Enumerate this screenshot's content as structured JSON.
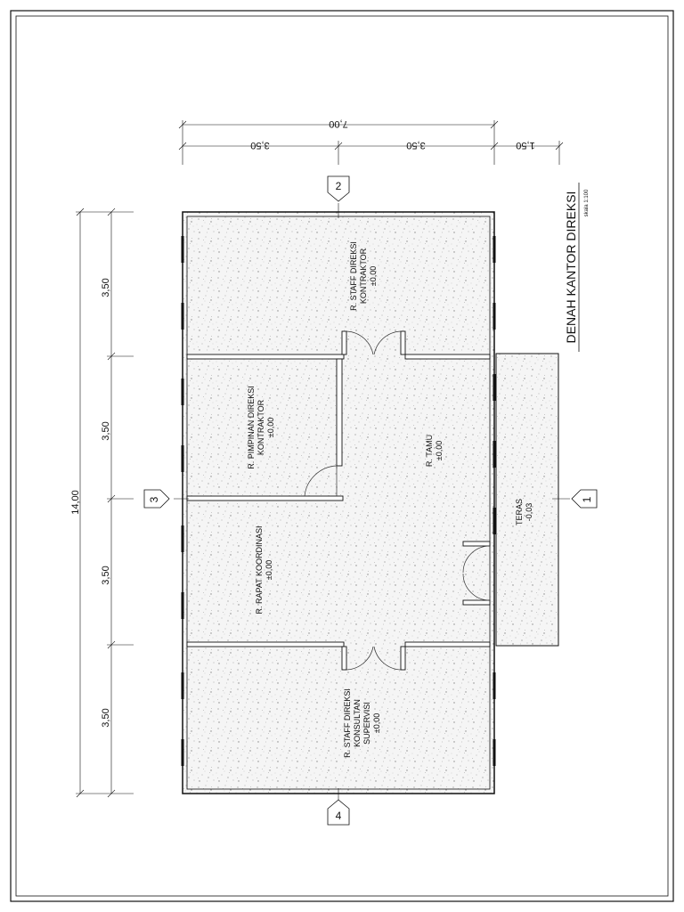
{
  "drawing": {
    "title": "DENAH KANTOR DIREKSI",
    "scale": "skala 1:100"
  },
  "dimensions": {
    "overall_width": "7,00",
    "width_seg_a": "3,50",
    "width_seg_b": "3,50",
    "terrace_width": "1,50",
    "overall_length": "14,00",
    "length_seg_1": "3,50",
    "length_seg_2": "3,50",
    "length_seg_3": "3,50",
    "length_seg_4": "3,50"
  },
  "grid_markers": {
    "top": "2",
    "bottom": "4",
    "left": "3",
    "right": "1"
  },
  "rooms": {
    "staff_kontraktor": {
      "line1": "R. STAFF DIREKSI",
      "line2": "KONTRAKTOR",
      "level": "±0,00"
    },
    "pimpinan": {
      "line1": "R. PIMPINAN DIREKSI",
      "line2": "KONTRAKTOR",
      "level": "±0,00"
    },
    "tamu": {
      "line1": "R. TAMU",
      "level": "±0,00"
    },
    "rapat": {
      "line1": "R. RAPAT KOORDINASI",
      "level": "±0,00"
    },
    "staff_konsultan": {
      "line1": "R. STAFF DIREKSI",
      "line2": "KONSULTAN",
      "line3": "SUPERVISI",
      "level": "±0,00"
    },
    "teras": {
      "line1": "TERAS",
      "level": "-0,03"
    }
  },
  "colors": {
    "line": "#111111",
    "floor": "#f4f4f4",
    "speckle": "#9a9a9a"
  }
}
